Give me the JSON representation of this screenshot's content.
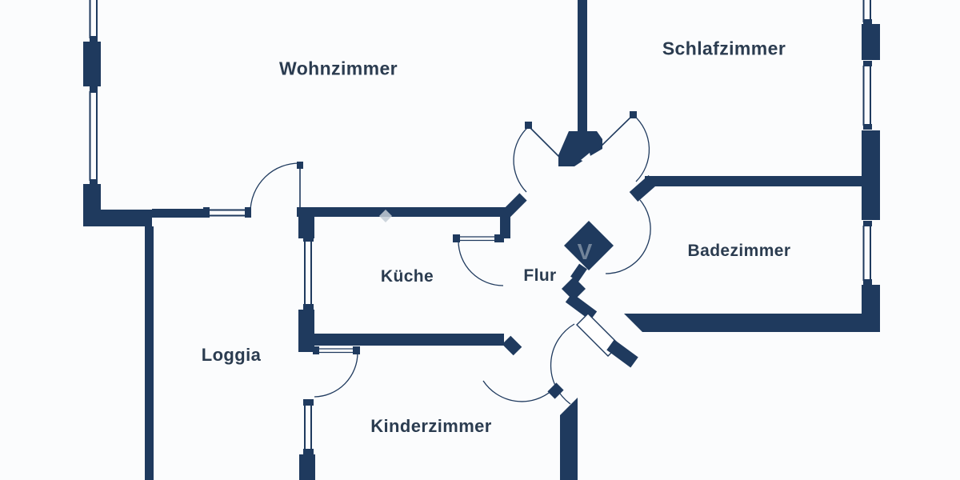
{
  "floorplan": {
    "rooms": [
      {
        "id": "wohnzimmer",
        "label": "Wohnzimmer"
      },
      {
        "id": "schlafzimmer",
        "label": "Schlafzimmer"
      },
      {
        "id": "kueche",
        "label": "Küche"
      },
      {
        "id": "flur",
        "label": "Flur"
      },
      {
        "id": "badezimmer",
        "label": "Badezimmer"
      },
      {
        "id": "loggia",
        "label": "Loggia"
      },
      {
        "id": "kinderzimmer",
        "label": "Kinderzimmer"
      }
    ],
    "watermark_glyph": "V",
    "colors": {
      "wall": "#1f3a5e",
      "text": "#2b3c50",
      "background": "#fbfcfd",
      "watermark_light": "#c3ccd6",
      "watermark_on_dark": "#8e9dae"
    }
  }
}
